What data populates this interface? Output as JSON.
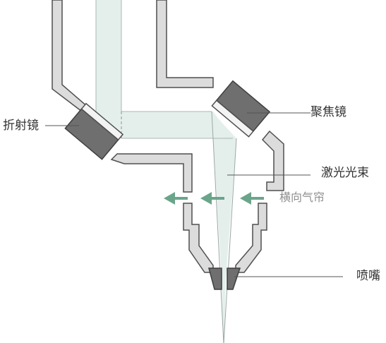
{
  "labels": {
    "zheshejing": "折射镜",
    "jujiaojing": "聚焦镜",
    "jiguang": "激光光束",
    "hengxiang": "横向气帘",
    "penzui": "喷嘴"
  },
  "colors": {
    "wall_fill": "#dcdcdc",
    "wall_stroke": "#4f4f4f",
    "beam_fill": "#e4efec",
    "mirror_dark": "#6f6f6f",
    "mirror_light": "#f3f3f3",
    "arrow": "#6aa58b",
    "leader": "#555555"
  }
}
